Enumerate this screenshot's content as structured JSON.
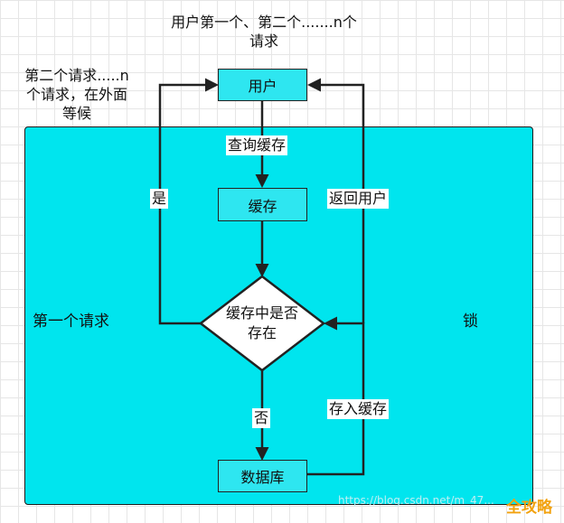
{
  "notes": {
    "top_line1": "用户第一个、第二个.......n个",
    "top_line2": "请求",
    "left_line1": "第二个请求.....n",
    "left_line2": "个请求，在外面",
    "left_line3": "等候"
  },
  "nodes": {
    "user": "用户",
    "cache": "缓存",
    "decision_line1": "缓存中是否",
    "decision_line2": "存在",
    "database": "数据库"
  },
  "edges": {
    "query_cache": "查询缓存",
    "yes": "是",
    "return_user": "返回用户",
    "no": "否",
    "store_cache": "存入缓存"
  },
  "region": {
    "first_request": "第一个请求",
    "lock": "锁"
  },
  "watermark": "https://blog.csdn.net/m_47...",
  "logo": "全攻略",
  "colors": {
    "lock_region": "#00e5ee",
    "node_fill": "#2ee6f0",
    "line": "#222222"
  }
}
